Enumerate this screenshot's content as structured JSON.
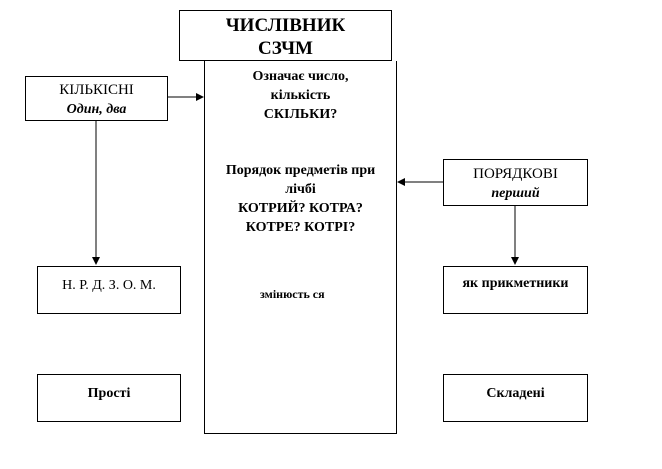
{
  "title": {
    "line1": "ЧИСЛІВНИК",
    "line2": "СЗЧМ"
  },
  "center": {
    "meaning_line1": "Означає число,",
    "meaning_line2": "кількість",
    "meaning_line3": "СКІЛЬКИ?",
    "order_line1": "Порядок предметів при",
    "order_line2": "лічбі",
    "order_line3": "КОТРИЙ? КОТРА?",
    "order_line4": "КОТРЕ? КОТРІ?",
    "change_label": "змінюсть ся"
  },
  "left": {
    "category": "КІЛЬКІСНІ",
    "example": "Один, два",
    "cases": "Н. Р. Д. З. О. М.",
    "simple": "Прості"
  },
  "right": {
    "category": "ПОРЯДКОВІ",
    "example": "перший",
    "like_adjectives": "як прикметники",
    "compound": "Складені"
  }
}
